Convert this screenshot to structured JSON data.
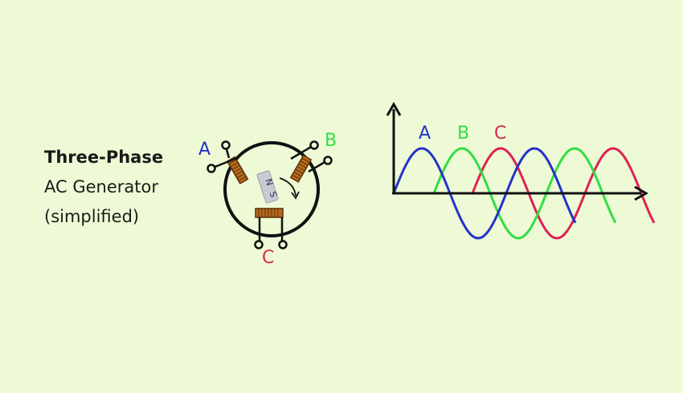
{
  "caption": {
    "title": "Three-Phase",
    "line2": "AC Generator",
    "line3": "(simplified)"
  },
  "generator": {
    "phase_a": "A",
    "phase_b": "B",
    "phase_c": "C",
    "magnet_n": "N",
    "magnet_s": "S"
  },
  "waveform": {
    "label_a": "A",
    "label_b": "B",
    "label_c": "C"
  },
  "colors": {
    "background": "#eefad6",
    "phase_a": "#2233c8",
    "phase_b": "#33dd44",
    "phase_c": "#dd2255",
    "coil": "#b86a1c"
  }
}
